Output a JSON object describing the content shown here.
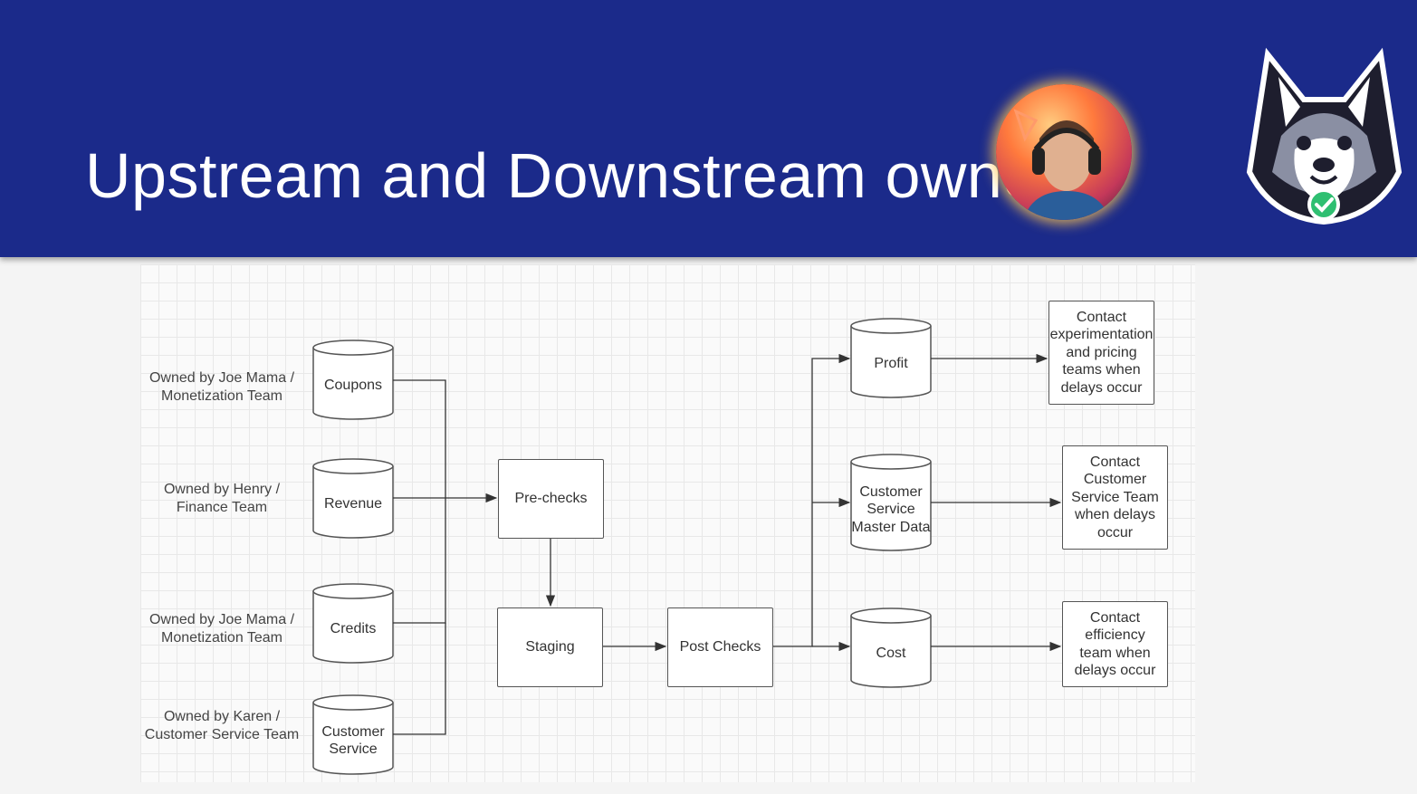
{
  "slide": {
    "title": "Upstream and Downstream owne"
  },
  "webcam": {
    "icon": "presenter-webcam"
  },
  "logo": {
    "icon": "husky-logo-icon",
    "badge_icon": "check-badge-icon",
    "badge_color": "#2fbf71"
  },
  "diagram": {
    "owners": [
      "Owned by Joe Mama / Monetization Team",
      "Owned by Henry / Finance Team",
      "Owned by Joe Mama / Monetization Team",
      "Owned by Karen / Customer Service Team"
    ],
    "sources": [
      "Coupons",
      "Revenue",
      "Credits",
      "Customer Service"
    ],
    "steps": {
      "prechecks": "Pre-checks",
      "staging": "Staging",
      "postchecks": "Post Checks"
    },
    "outputs": [
      "Profit",
      "Customer Service Master Data",
      "Cost"
    ],
    "contacts": [
      "Contact experimentation and pricing teams when delays occur",
      "Contact Customer Service Team when delays occur",
      "Contact efficiency team when delays occur"
    ]
  }
}
